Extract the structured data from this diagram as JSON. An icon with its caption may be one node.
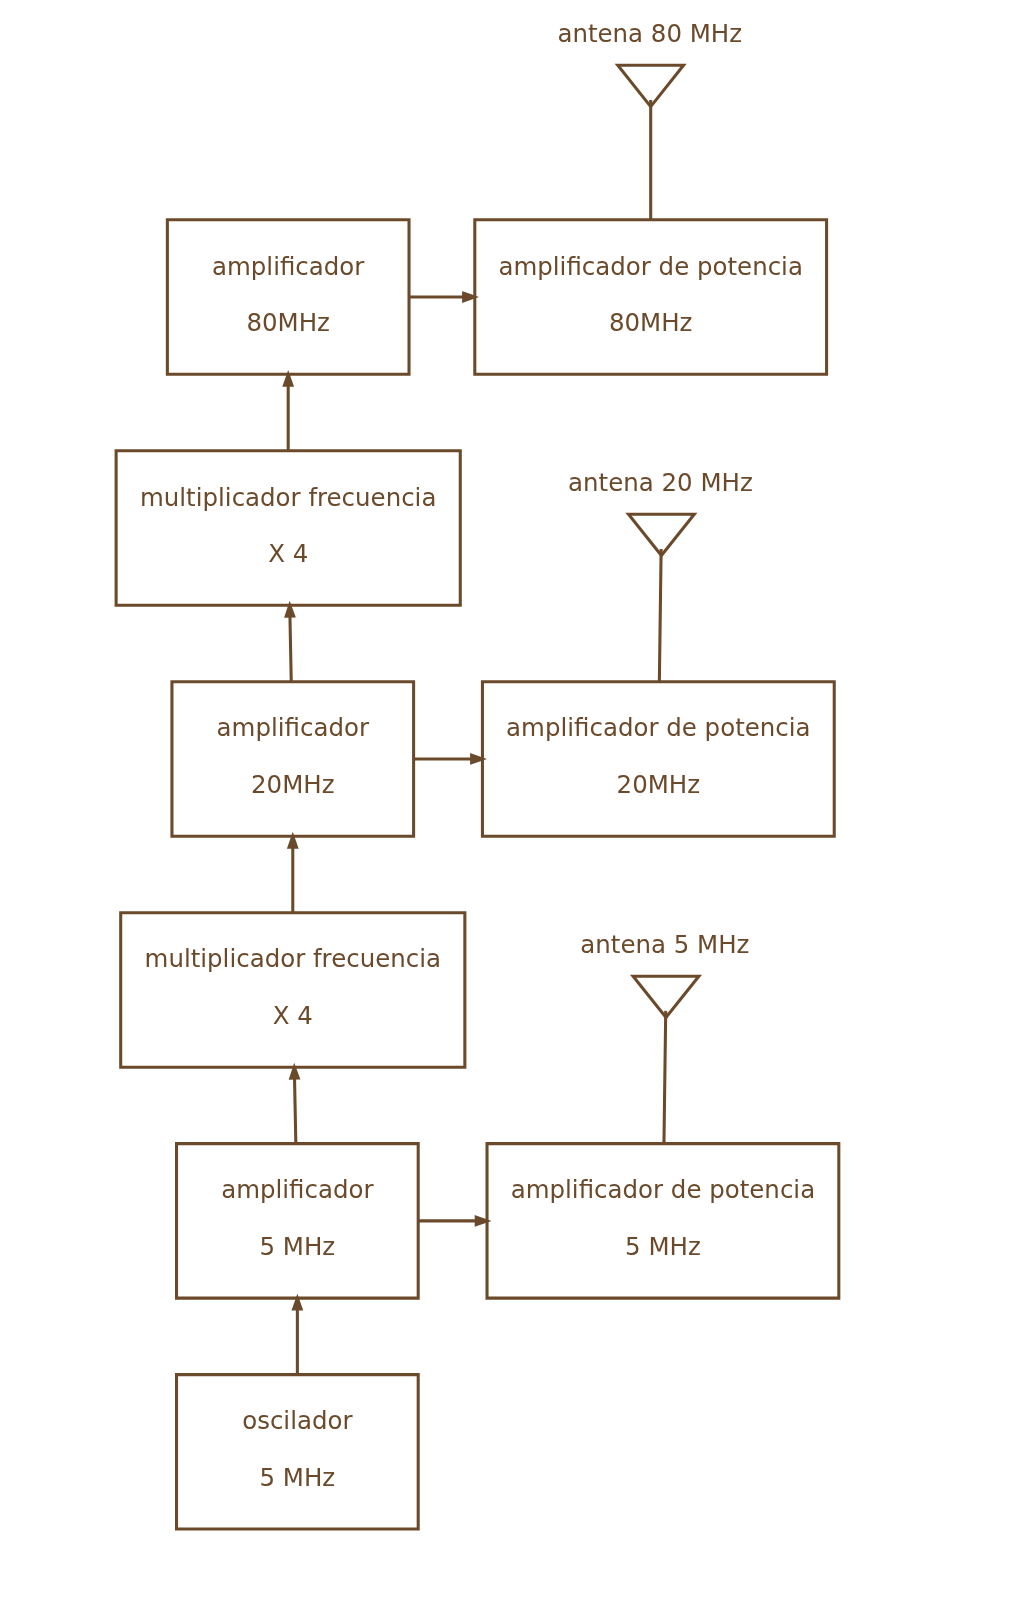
{
  "diagram": {
    "nodes": [
      {
        "text": [],
        "shape": "antenna",
        "beside": [
          "antena 80 MHz"
        ]
      },
      {
        "text": [
          "amplificador",
          "80MHz"
        ]
      },
      {
        "text": [
          "amplificador de potencia",
          "80MHz"
        ]
      },
      {
        "text": [
          "multiplicador frecuencia",
          "X 4"
        ]
      },
      {
        "text": [],
        "shape": "antenna",
        "beside": [
          "antena 20 MHz"
        ]
      },
      {
        "text": [
          "amplificador",
          "20MHz"
        ]
      },
      {
        "text": [
          "amplificador de potencia",
          "20MHz"
        ]
      },
      {
        "text": [
          "multiplicador frecuencia",
          "X 4"
        ]
      },
      {
        "text": [],
        "shape": "antenna",
        "beside": [
          "antena 5 MHz"
        ]
      },
      {
        "text": [
          "amplificador",
          "5 MHz"
        ]
      },
      {
        "text": [
          "amplificador de potencia",
          "5 MHz"
        ]
      },
      {
        "text": [
          "oscilador",
          "5 MHz"
        ]
      }
    ],
    "edges": [
      {
        "from": 11,
        "to": 9,
        "arrow": "to"
      },
      {
        "from": 9,
        "to": 10,
        "arrow": "to"
      },
      {
        "from": 10,
        "to": 8,
        "arrow": "none"
      },
      {
        "from": 9,
        "to": 7,
        "arrow": "to"
      },
      {
        "from": 7,
        "to": 5,
        "arrow": "to"
      },
      {
        "from": 5,
        "to": 6,
        "arrow": "to"
      },
      {
        "from": 6,
        "to": 4,
        "arrow": "none"
      },
      {
        "from": 5,
        "to": 3,
        "arrow": "to"
      },
      {
        "from": 3,
        "to": 1,
        "arrow": "to"
      },
      {
        "from": 1,
        "to": 2,
        "arrow": "to"
      },
      {
        "from": 2,
        "to": 0,
        "arrow": "none"
      }
    ]
  }
}
